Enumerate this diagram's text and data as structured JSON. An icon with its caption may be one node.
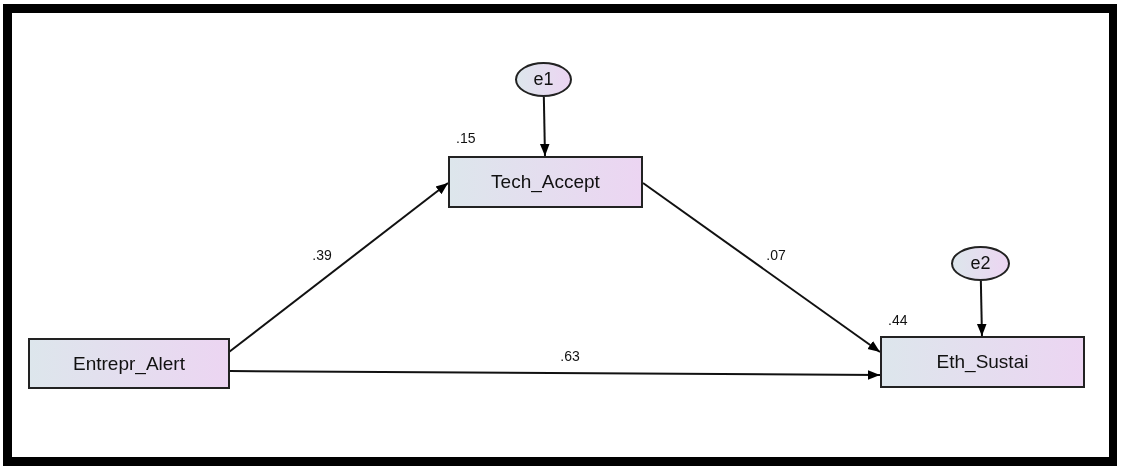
{
  "diagram": {
    "nodes": [
      {
        "text": [
          "e1"
        ]
      },
      {
        "text": [
          "Tech_Accept"
        ],
        "beside": [
          ".15"
        ]
      },
      {
        "text": [
          "e2"
        ]
      },
      {
        "text": [
          "Entrepr_Alert"
        ]
      },
      {
        "text": [
          "Eth_Sustai"
        ],
        "beside": [
          ".44"
        ]
      }
    ],
    "edges": [
      {
        "from": 0,
        "to": 1,
        "arrow": "to"
      },
      {
        "from": 3,
        "to": 1,
        "arrow": "to",
        "label": ".39"
      },
      {
        "from": 1,
        "to": 4,
        "arrow": "to",
        "label": ".07"
      },
      {
        "from": 2,
        "to": 4,
        "arrow": "to"
      },
      {
        "from": 3,
        "to": 4,
        "arrow": "to",
        "label": ".63"
      }
    ]
  }
}
